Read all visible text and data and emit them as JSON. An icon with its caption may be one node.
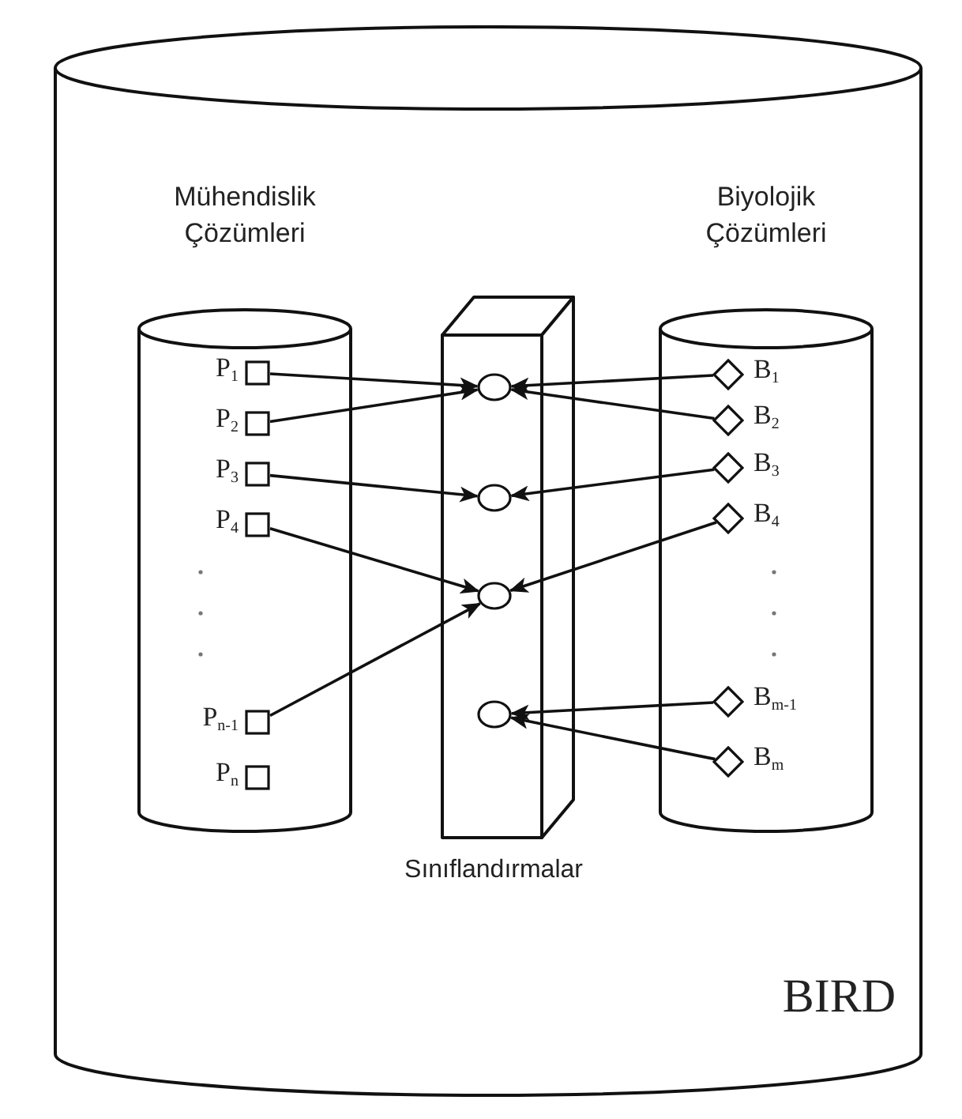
{
  "diagram": {
    "nodes": [
      {
        "text": [
          "BIRD"
        ]
      },
      {
        "text": [
          "Mühendislik Çözümleri"
        ],
        "in": 0
      },
      {
        "text": [
          "Sınıflandırmalar"
        ],
        "in": 0
      },
      {
        "text": [
          "Biyolojik Çözümleri"
        ],
        "in": 0
      },
      {
        "text": [],
        "shape": "box",
        "in": 1,
        "beside": [
          "P$_{1}$"
        ]
      },
      {
        "text": [],
        "shape": "box",
        "in": 1,
        "beside": [
          "P$_{2}$"
        ]
      },
      {
        "text": [],
        "shape": "box",
        "in": 1,
        "beside": [
          "P$_{3}$"
        ]
      },
      {
        "text": [],
        "shape": "box",
        "in": 1,
        "beside": [
          "P$_{4}$"
        ]
      },
      {
        "text": [],
        "shape": "box",
        "in": 1,
        "beside": [
          "P$_{n-1}$"
        ]
      },
      {
        "text": [],
        "shape": "box",
        "in": 1,
        "beside": [
          "P$_{n}$"
        ]
      },
      {
        "text": [],
        "shape": "circle",
        "in": 2
      },
      {
        "text": [],
        "shape": "circle",
        "in": 2
      },
      {
        "text": [],
        "shape": "circle",
        "in": 2
      },
      {
        "text": [],
        "shape": "circle",
        "in": 2
      },
      {
        "text": [],
        "shape": "diamond",
        "in": 3,
        "beside": [
          "B$_{1}$"
        ]
      },
      {
        "text": [],
        "shape": "diamond",
        "in": 3,
        "beside": [
          "B$_{2}$"
        ]
      },
      {
        "text": [],
        "shape": "diamond",
        "in": 3,
        "beside": [
          "B$_{3}$"
        ]
      },
      {
        "text": [],
        "shape": "diamond",
        "in": 3,
        "beside": [
          "B$_{4}$"
        ]
      },
      {
        "text": [],
        "shape": "diamond",
        "in": 3,
        "beside": [
          "B$_{m-1}$"
        ]
      },
      {
        "text": [],
        "shape": "diamond",
        "in": 3,
        "beside": [
          "B$_{m}$"
        ]
      }
    ],
    "edges": [
      {
        "from": 4,
        "to": 10,
        "arrow": "to"
      },
      {
        "from": 5,
        "to": 10,
        "arrow": "to"
      },
      {
        "from": 14,
        "to": 10,
        "arrow": "to"
      },
      {
        "from": 15,
        "to": 10,
        "arrow": "to"
      },
      {
        "from": 6,
        "to": 11,
        "arrow": "to"
      },
      {
        "from": 16,
        "to": 11,
        "arrow": "to"
      },
      {
        "from": 7,
        "to": 12,
        "arrow": "to"
      },
      {
        "from": 8,
        "to": 12,
        "arrow": "to"
      },
      {
        "from": 17,
        "to": 12,
        "arrow": "to"
      },
      {
        "from": 18,
        "to": 13,
        "arrow": "to"
      },
      {
        "from": 19,
        "to": 13,
        "arrow": "to"
      }
    ]
  }
}
